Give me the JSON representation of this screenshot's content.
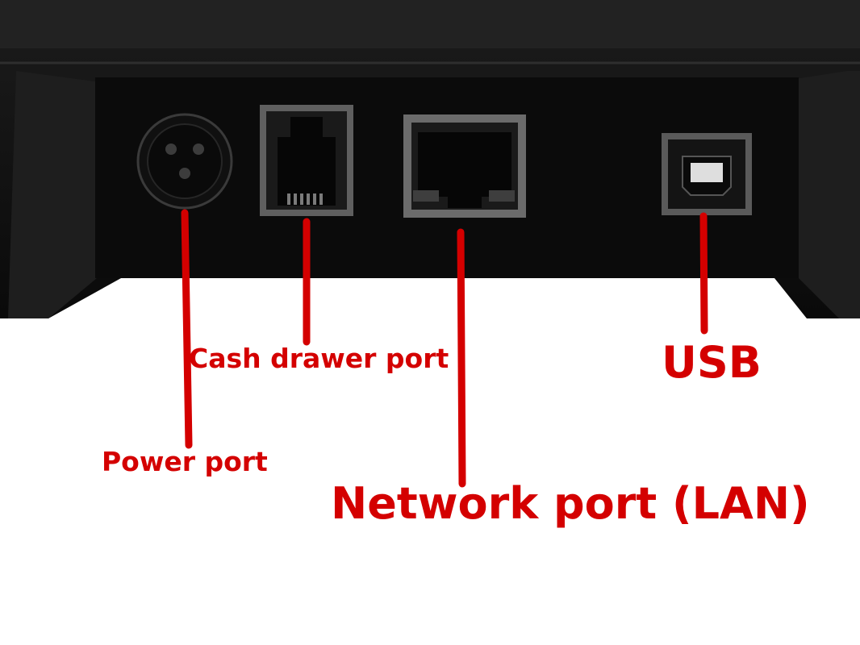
{
  "scene": "printer-rear-ports-photo",
  "colors": {
    "annotation": "#d40000",
    "printer_body": "#141414",
    "port_panel": "#0c0c0c",
    "background": "#ffffff"
  },
  "labels": {
    "power": "Power port",
    "cash_drawer": "Cash drawer port",
    "network": "Network port (LAN)",
    "usb": "USB"
  }
}
